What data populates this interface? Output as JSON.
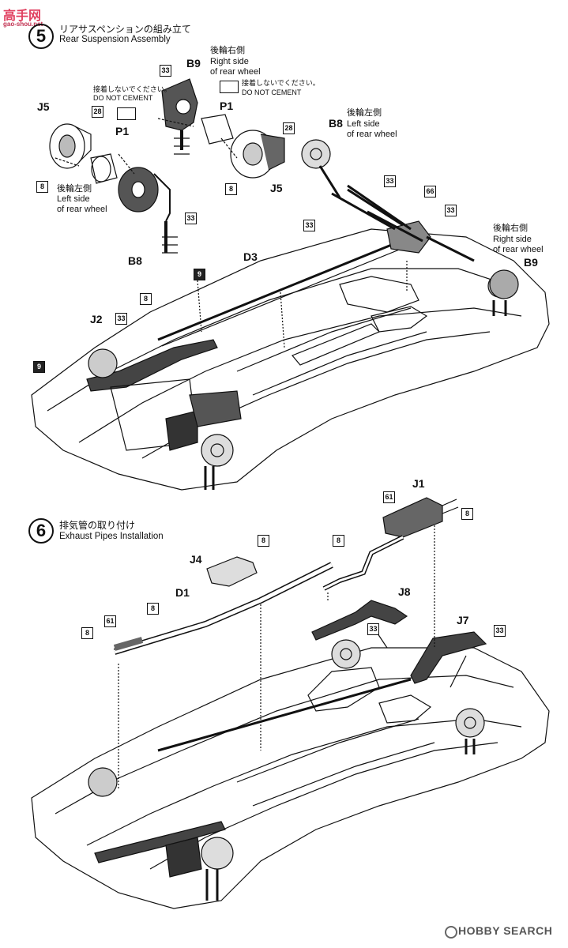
{
  "watermark": {
    "logo_text": "高手网",
    "site_text": "gao-shou.net"
  },
  "step5": {
    "number": "5",
    "title_jp": "リアサスペンションの組み立て",
    "title_en": "Rear Suspension Assembly",
    "labels": {
      "right_rear_jp_1": "後輪右側",
      "right_rear_en_1a": "Right side",
      "right_rear_en_1b": "of rear wheel",
      "left_rear_jp_1": "後輪左側",
      "left_rear_en_1a": "Left side",
      "left_rear_en_1b": "of rear wheel",
      "left_rear_jp_2": "後輪左側",
      "left_rear_en_2a": "Left side",
      "left_rear_en_2b": "of rear wheel",
      "right_rear_jp_2": "後輪右側",
      "right_rear_en_2a": "Right side",
      "right_rear_en_2b": "of rear wheel",
      "no_cement_jp_1": "接着しないでください。",
      "no_cement_en_1": "DO NOT CEMENT",
      "no_cement_jp_2": "接着しないでください。",
      "no_cement_en_2": "DO NOT CEMENT"
    },
    "parts": {
      "b9_top": "B9",
      "p1_left": "P1",
      "p1_right": "P1",
      "j5_left": "J5",
      "j5_right": "J5",
      "b8_left": "B8",
      "b8_right": "B8",
      "b9_right": "B9",
      "d3": "D3",
      "j2": "J2"
    },
    "numbers": {
      "n33a": "33",
      "n28a": "28",
      "n28b": "28",
      "n8a": "8",
      "n33b": "33",
      "n8b": "8",
      "n33c": "33",
      "n66": "66",
      "n33d": "33",
      "n33e": "33",
      "n9a": "9",
      "n8c": "8",
      "n33f": "33",
      "n9b": "9"
    }
  },
  "step6": {
    "number": "6",
    "title_jp": "排気管の取り付け",
    "title_en": "Exhaust Pipes Installation",
    "parts": {
      "j1": "J1",
      "j4": "J4",
      "d1": "D1",
      "j8": "J8",
      "j7": "J7"
    },
    "numbers": {
      "n61a": "61",
      "n8a": "8",
      "n8b": "8",
      "n8c": "8",
      "n8d": "8",
      "n61b": "61",
      "n8e": "8",
      "n33a": "33",
      "n33b": "33"
    }
  },
  "footer": {
    "brand_text": "HOBBY SEARCH",
    "brand_icon": "hobby-search-logo-icon"
  }
}
